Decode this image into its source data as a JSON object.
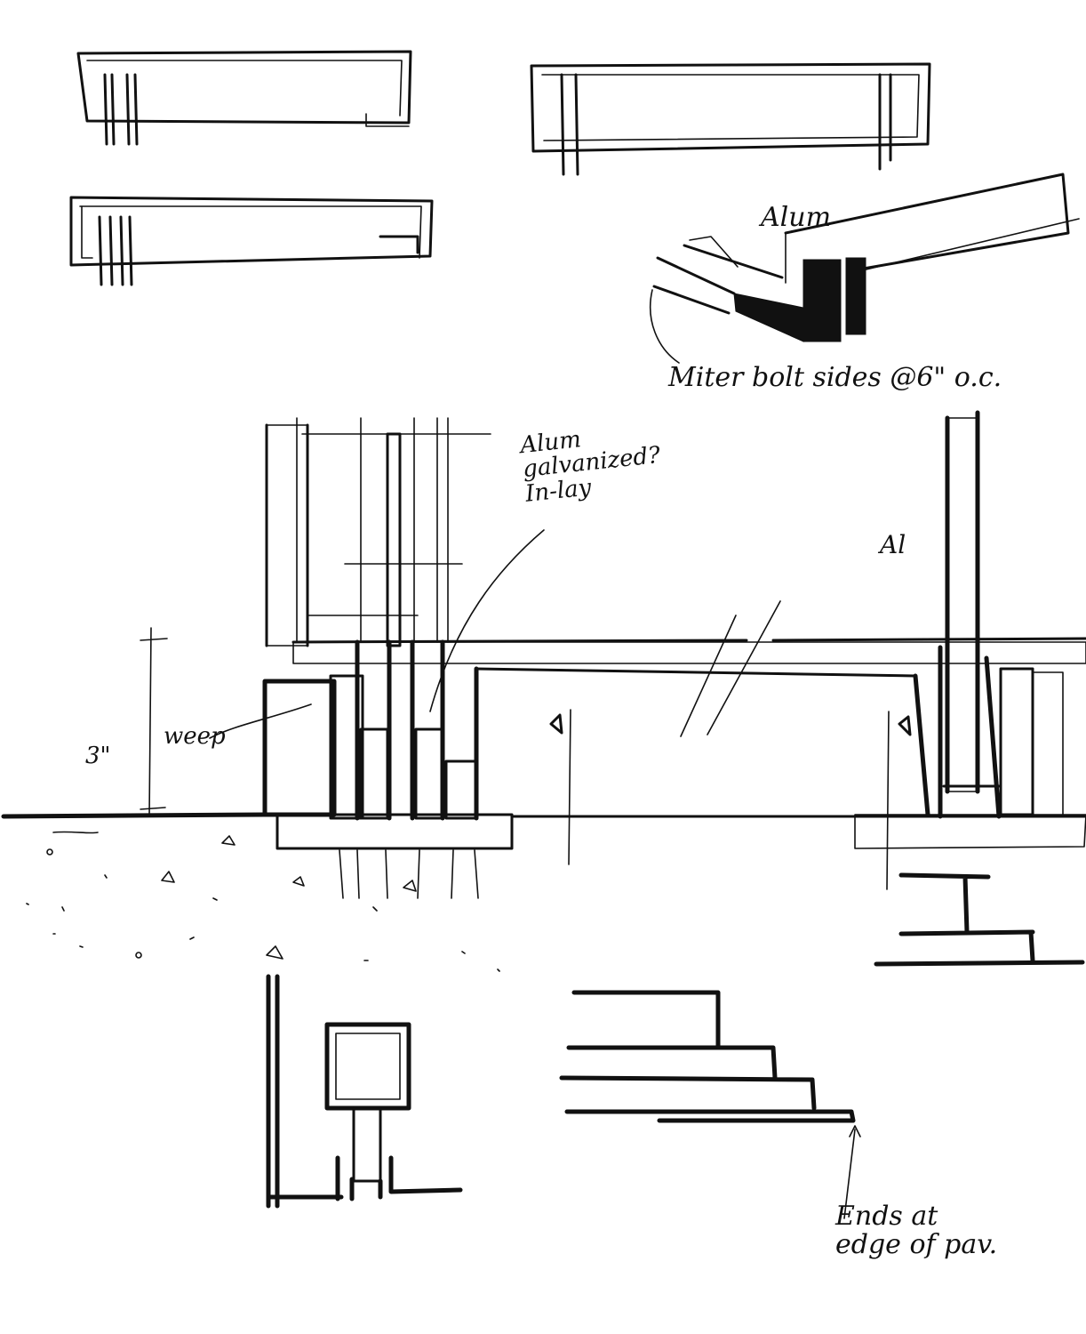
{
  "annotations": {
    "alum_top": "Alum",
    "miter_note": "Miter bolt sides @6\" o.c.",
    "alum_galvanized": "Alum\ngalvanized?\nIn-lay",
    "al_label": "Al",
    "weep": "weep",
    "dimension": "3\"",
    "ends_note": "Ends at\nedge of pav."
  }
}
